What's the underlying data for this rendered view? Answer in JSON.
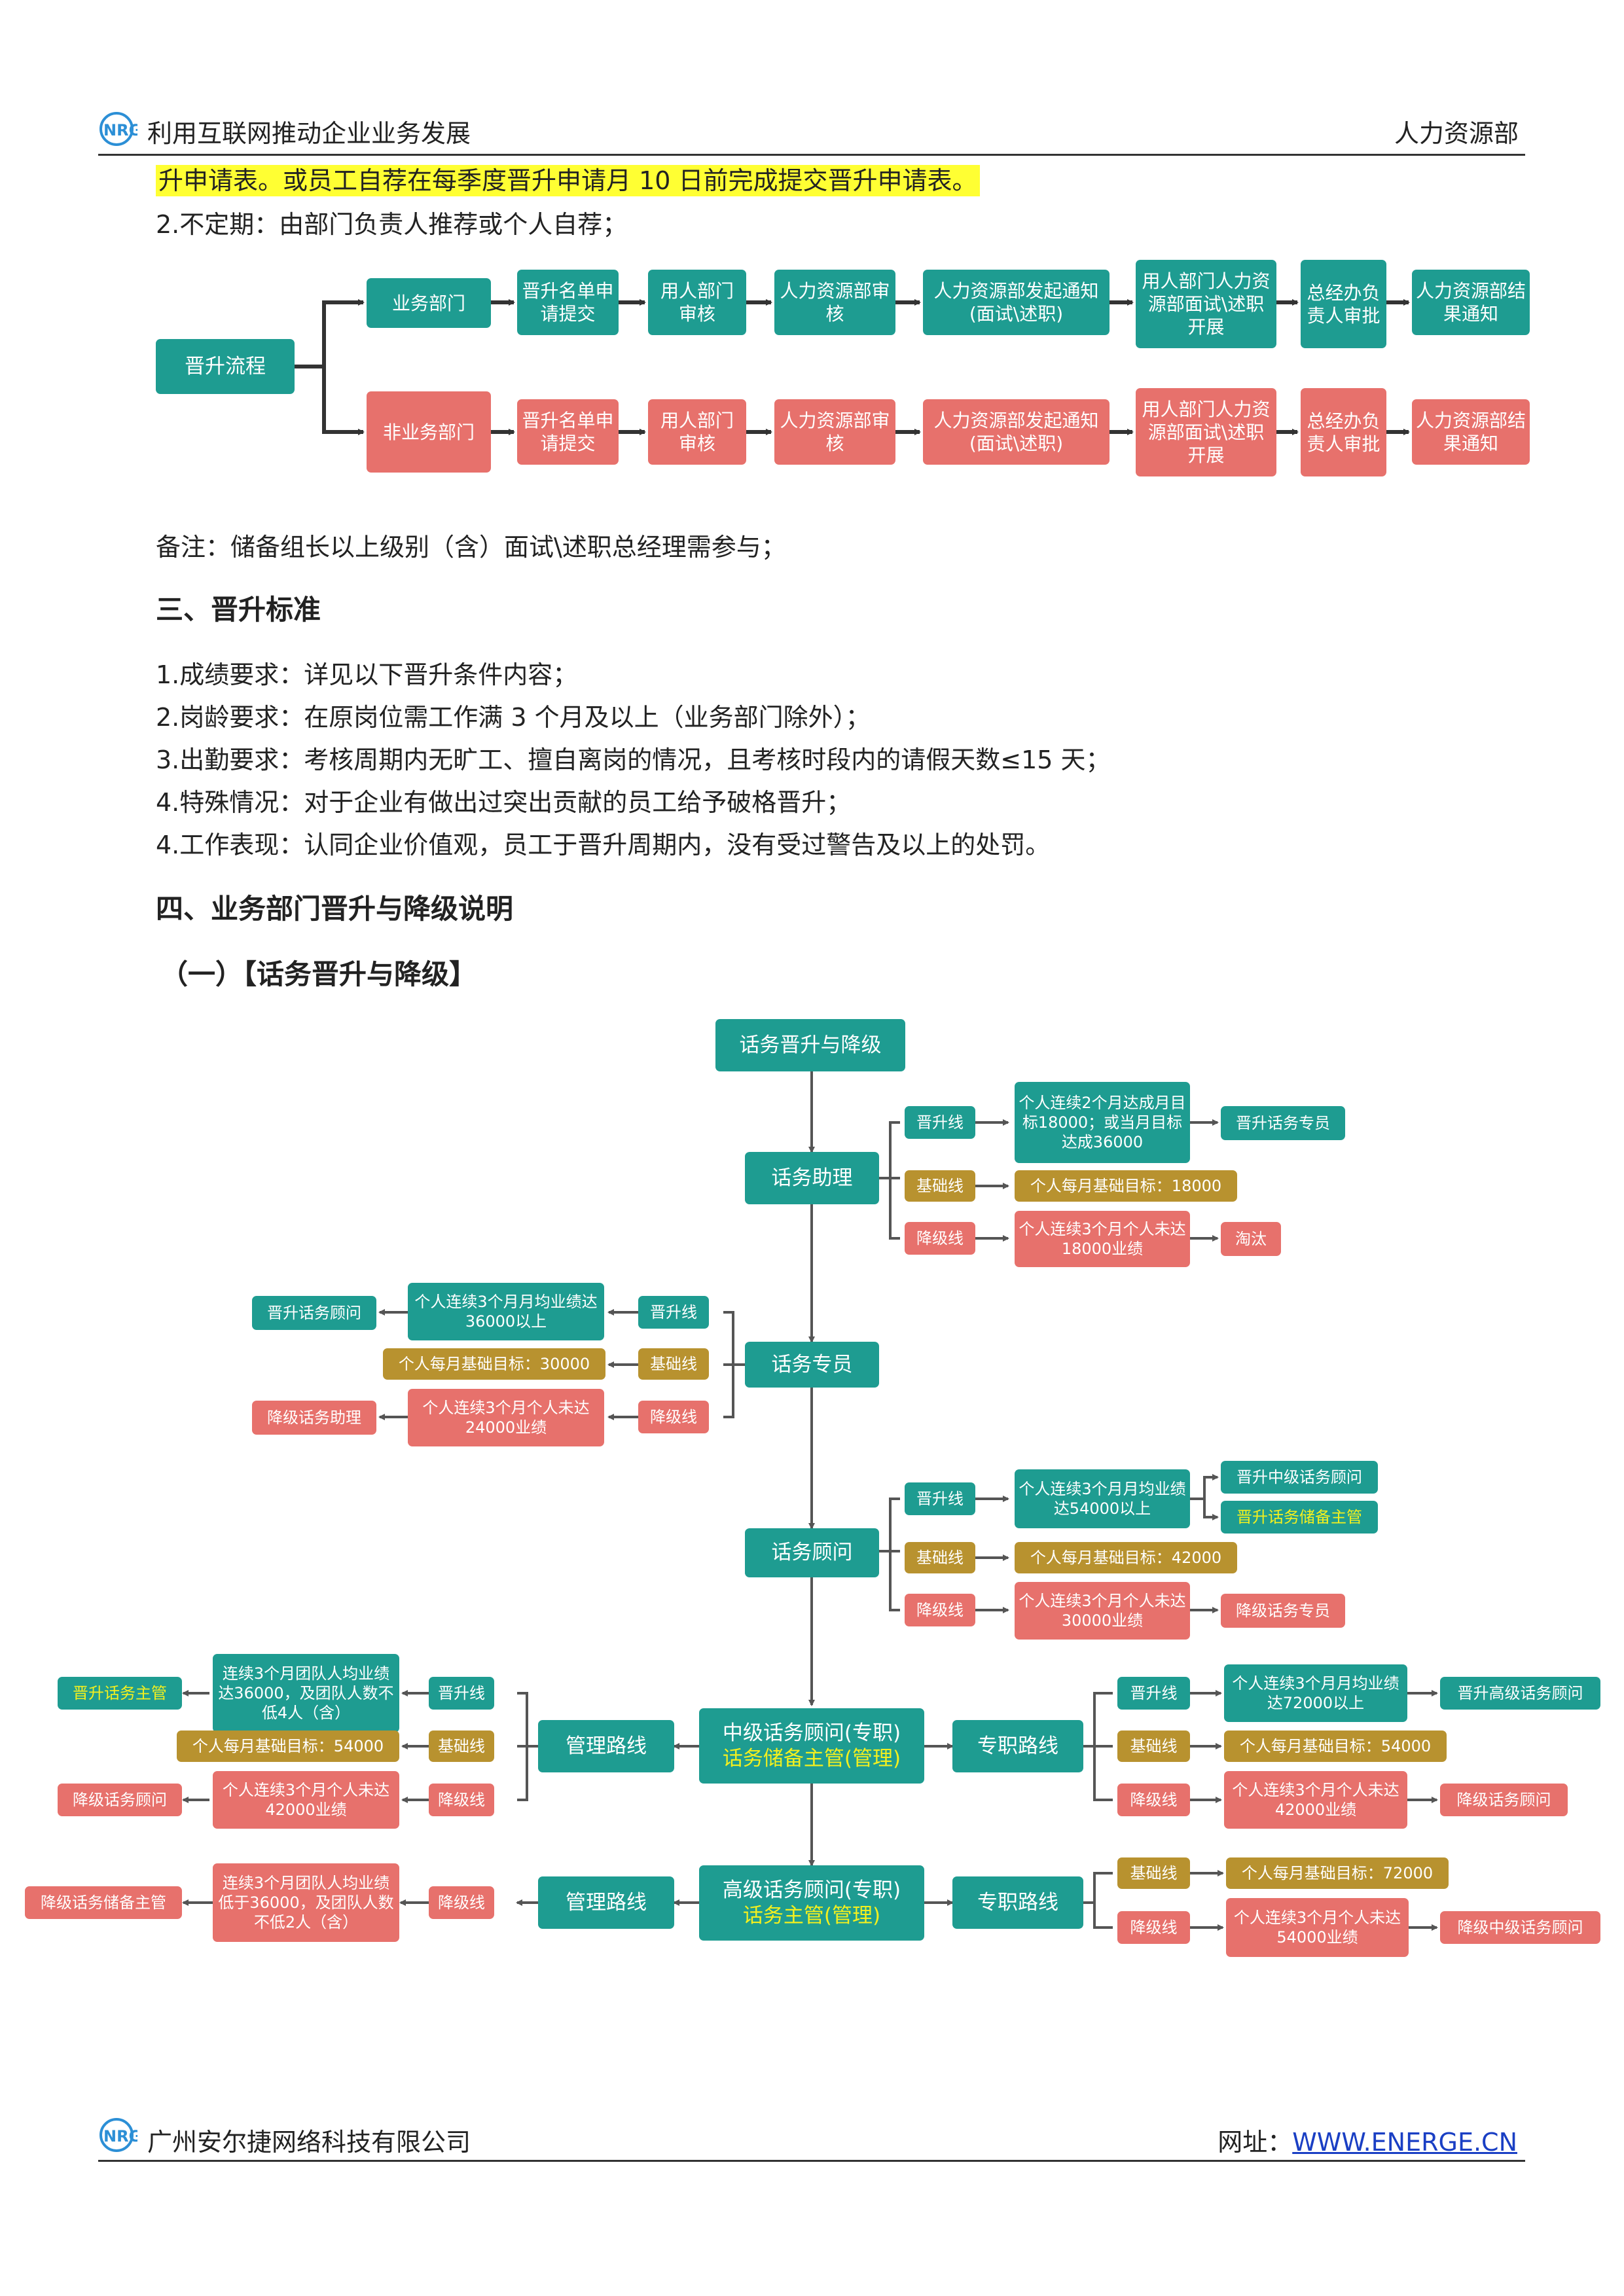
{
  "header": {
    "title": "利用互联网推动企业业务发展",
    "department": "人力资源部",
    "logo_icon": "nrg-logo-icon"
  },
  "body_lines": {
    "highlight": "升申请表。或员工自荐在每季度晋升申请月 10 日前完成提交晋升申请表。",
    "irregular": "2.不定期：由部门负责人推荐或个人自荐；"
  },
  "flow1": {
    "root": "晋升流程",
    "top": [
      "业务部门",
      "晋升名单申请提交",
      "用人部门审核",
      "人力资源部审核",
      "人力资源部发起通知(面试\\述职)",
      "用人部门人力资源部面试\\述职开展",
      "总经办负责人审批",
      "人力资源部结果通知"
    ],
    "bottom": [
      "非业务部门",
      "晋升名单申请提交",
      "用人部门审核",
      "人力资源部审核",
      "人力资源部发起通知(面试\\述职)",
      "用人部门人力资源部面试\\述职开展",
      "总经办负责人审批",
      "人力资源部结果通知"
    ]
  },
  "note": "备注：储备组长以上级别（含）面试\\述职总经理需参与；",
  "section3": {
    "title": "三、晋升标准",
    "items": [
      "1.成绩要求：详见以下晋升条件内容；",
      "2.岗龄要求：在原岗位需工作满 3 个月及以上（业务部门除外）；",
      "3.出勤要求：考核周期内无旷工、擅自离岗的情况，且考核时段内的请假天数≤15 天；",
      "4.特殊情况：对于企业有做出过突出贡献的员工给予破格晋升；",
      "4.工作表现：认同企业价值观，员工于晋升周期内，没有受过警告及以上的处罚。"
    ]
  },
  "section4": {
    "title": "四、业务部门晋升与降级说明",
    "sub": "（一）【话务晋升与降级】"
  },
  "flow2": {
    "top": "话务晋升与降级",
    "labels": {
      "promote": "晋升线",
      "base": "基础线",
      "demote": "降级线",
      "mgmt": "管理路线",
      "prof": "专职路线"
    },
    "assistant": {
      "name": "话务助理",
      "promote_cond": "个人连续2个月达成月目标18000；或当月目标达成36000",
      "promote_to": "晋升话务专员",
      "base": "个人每月基础目标：18000",
      "demote_cond": "个人连续3个月个人未达18000业绩",
      "demote_to": "淘汰"
    },
    "specialist": {
      "name": "话务专员",
      "promote_cond": "个人连续3个月月均业绩达36000以上",
      "promote_to": "晋升话务顾问",
      "base": "个人每月基础目标：30000",
      "demote_cond": "个人连续3个月个人未达24000业绩",
      "demote_to": "降级话务助理"
    },
    "consultant": {
      "name": "话务顾问",
      "promote_cond": "个人连续3个月月均业绩达54000以上",
      "promote_to_a": "晋升中级话务顾问",
      "promote_to_b": "晋升话务储备主管",
      "base": "个人每月基础目标：42000",
      "demote_cond": "个人连续3个月个人未达30000业绩",
      "demote_to": "降级话务专员"
    },
    "mid": {
      "name_a": "中级话务顾问(专职)",
      "name_b": "话务储备主管(管理)",
      "mgmt_promote_cond": "连续3个月团队人均业绩达36000，及团队人数不低4人（含）",
      "mgmt_promote_to": "晋升话务主管",
      "mgmt_base": "个人每月基础目标：54000",
      "mgmt_demote_cond": "个人连续3个月个人未达42000业绩",
      "mgmt_demote_to": "降级话务顾问",
      "prof_promote_cond": "个人连续3个月月均业绩达72000以上",
      "prof_promote_to": "晋升高级话务顾问",
      "prof_base": "个人每月基础目标：54000",
      "prof_demote_cond": "个人连续3个月个人未达42000业绩",
      "prof_demote_to": "降级话务顾问"
    },
    "senior": {
      "name_a": "高级话务顾问(专职)",
      "name_b": "话务主管(管理)",
      "mgmt_demote_cond": "连续3个月团队人均业绩低于36000，及团队人数不低2人（含）",
      "mgmt_demote_to": "降级话务储备主管",
      "prof_base": "个人每月基础目标：72000",
      "prof_demote_cond": "个人连续3个月个人未达54000业绩",
      "prof_demote_to": "降级中级话务顾问"
    }
  },
  "footer": {
    "company": "广州安尔捷网络科技有限公司",
    "site_label": "网址：",
    "site_url": "WWW.ENERGE.CN"
  }
}
